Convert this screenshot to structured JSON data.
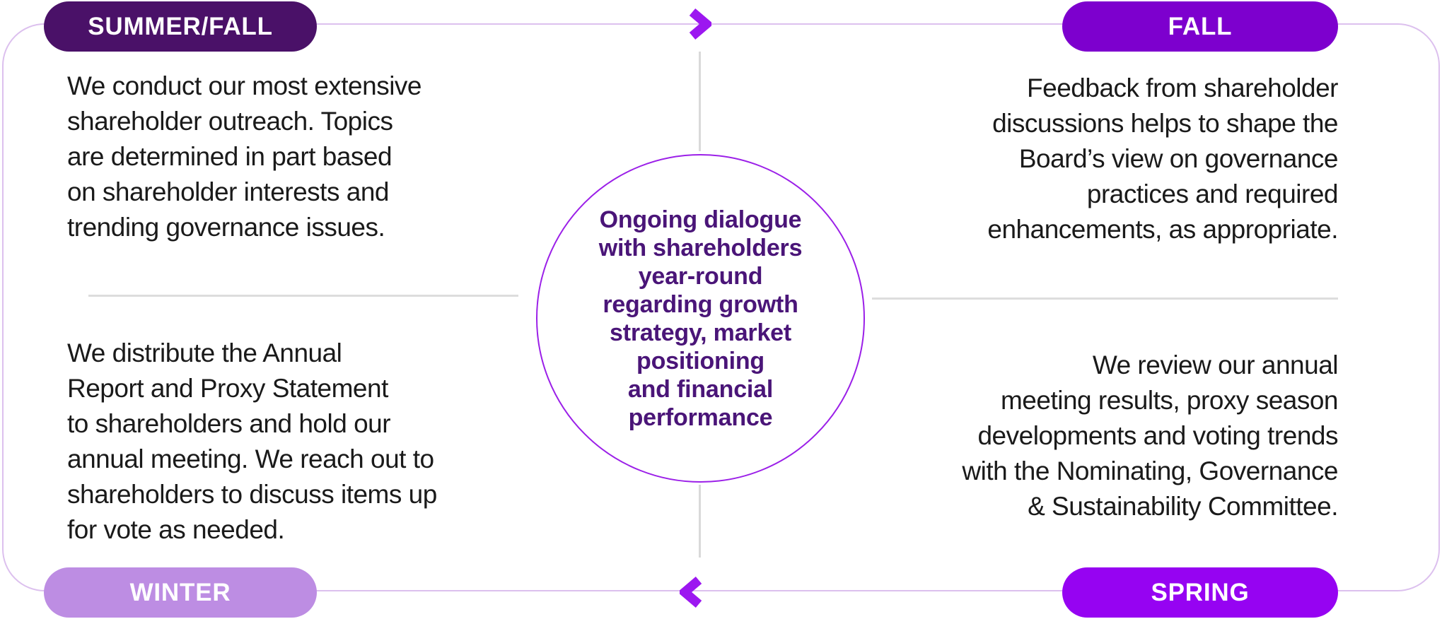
{
  "colors": {
    "summer_fall_badge": "#4A1168",
    "fall_badge": "#7D00CE",
    "winter_badge": "#BD8DE3",
    "spring_badge": "#9603F2",
    "chevron": "#9C17F0",
    "circle_border": "#9B1FE8",
    "circle_text": "#4A1578",
    "frame_border": "#DCC0EE",
    "divider_line": "#DDDDDD",
    "connector_line": "#D9D9D9",
    "body_text": "#1A1A1A"
  },
  "center_circle": {
    "text": "Ongoing dialogue\nwith shareholders\nyear-round\nregarding growth\nstrategy, market\npositioning\nand financial\nperformance"
  },
  "quadrants": {
    "summer_fall": {
      "badge_label": "SUMMER/FALL",
      "text": "We conduct our most extensive\nshareholder outreach. Topics\nare determined in part based\non shareholder interests and\ntrending governance issues."
    },
    "fall": {
      "badge_label": "FALL",
      "text": "Feedback from shareholder\ndiscussions helps to shape the\nBoard’s view on governance\npractices and required\nenhancements, as appropriate."
    },
    "winter": {
      "badge_label": "WINTER",
      "text": "We distribute the Annual\nReport and Proxy Statement\nto shareholders and hold our\nannual meeting. We reach out to\nshareholders to discuss items up\nfor vote as needed."
    },
    "spring": {
      "badge_label": "SPRING",
      "text": "We review our annual\nmeeting results, proxy season\ndevelopments and voting trends\nwith the Nominating, Governance\n& Sustainability Committee."
    }
  },
  "icons": {
    "top_arrow": "chevron-right-icon",
    "bottom_arrow": "chevron-left-icon"
  }
}
